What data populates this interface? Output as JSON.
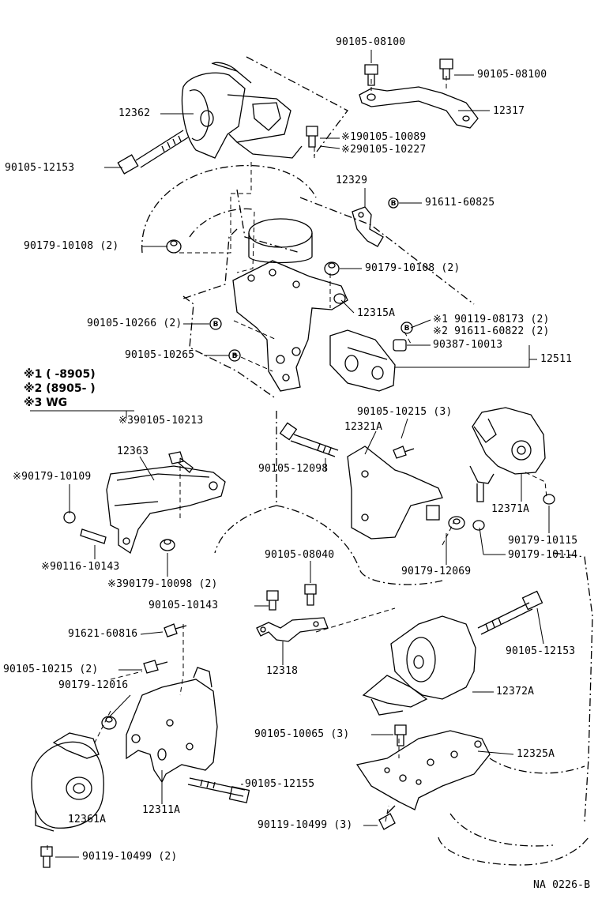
{
  "labels": {
    "p_90105_08100_a": "90105-08100",
    "p_90105_08100_b": "90105-08100",
    "p_12317": "12317",
    "p_12362": "12362",
    "p_90105_10089": "※190105-10089",
    "p_90105_10227": "※290105-10227",
    "p_90105_12153_a": "90105-12153",
    "p_12329": "12329",
    "p_91611_60825": "91611-60825",
    "p_90179_10108_a": "90179-10108 (2)",
    "p_90179_10108_b": "90179-10108 (2)",
    "p_12315a": "12315A",
    "p_90105_10266": "90105-10266 (2)",
    "p_90119_08173": "※1 90119-08173 (2)",
    "p_91611_60822": "※2 91611-60822 (2)",
    "p_90105_10265": "90105-10265",
    "p_90387_10013": "90387-10013",
    "p_12511": "12511",
    "p_90105_10213": "※390105-10213",
    "p_90105_10215_3": "90105-10215 (3)",
    "p_12321a": "12321A",
    "p_12363": "12363",
    "p_90179_10109": "※90179-10109",
    "p_90105_12098": "90105-12098",
    "p_12371a": "12371A",
    "p_90179_10115": "90179-10115",
    "p_90179_10114": "90179-10114",
    "p_90116_10143": "※90116-10143",
    "p_90179_12069": "90179-12069",
    "p_90105_08040": "90105-08040",
    "p_90179_10098": "※390179-10098 (2)",
    "p_90105_10143": "90105-10143",
    "p_91621_60816": "91621-60816",
    "p_90105_12153_b": "90105-12153",
    "p_12318": "12318",
    "p_90105_10215_2": "90105-10215 (2)",
    "p_90179_12016": "90179-12016",
    "p_12372a": "12372A",
    "p_90105_10065": "90105-10065 (3)",
    "p_12325a": "12325A",
    "p_90105_12155": "90105-12155",
    "p_12311a": "12311A",
    "p_12361a": "12361A",
    "p_90119_10499_a": "90119-10499 (3)",
    "p_90119_10499_b": "90119-10499 (2)",
    "ref_code": "NA 0226-B"
  },
  "legend": {
    "line1": "※1 (      -8905)",
    "line2": "※2 (8905-      )",
    "line3": "※3 WG"
  },
  "callout_letter": "B"
}
